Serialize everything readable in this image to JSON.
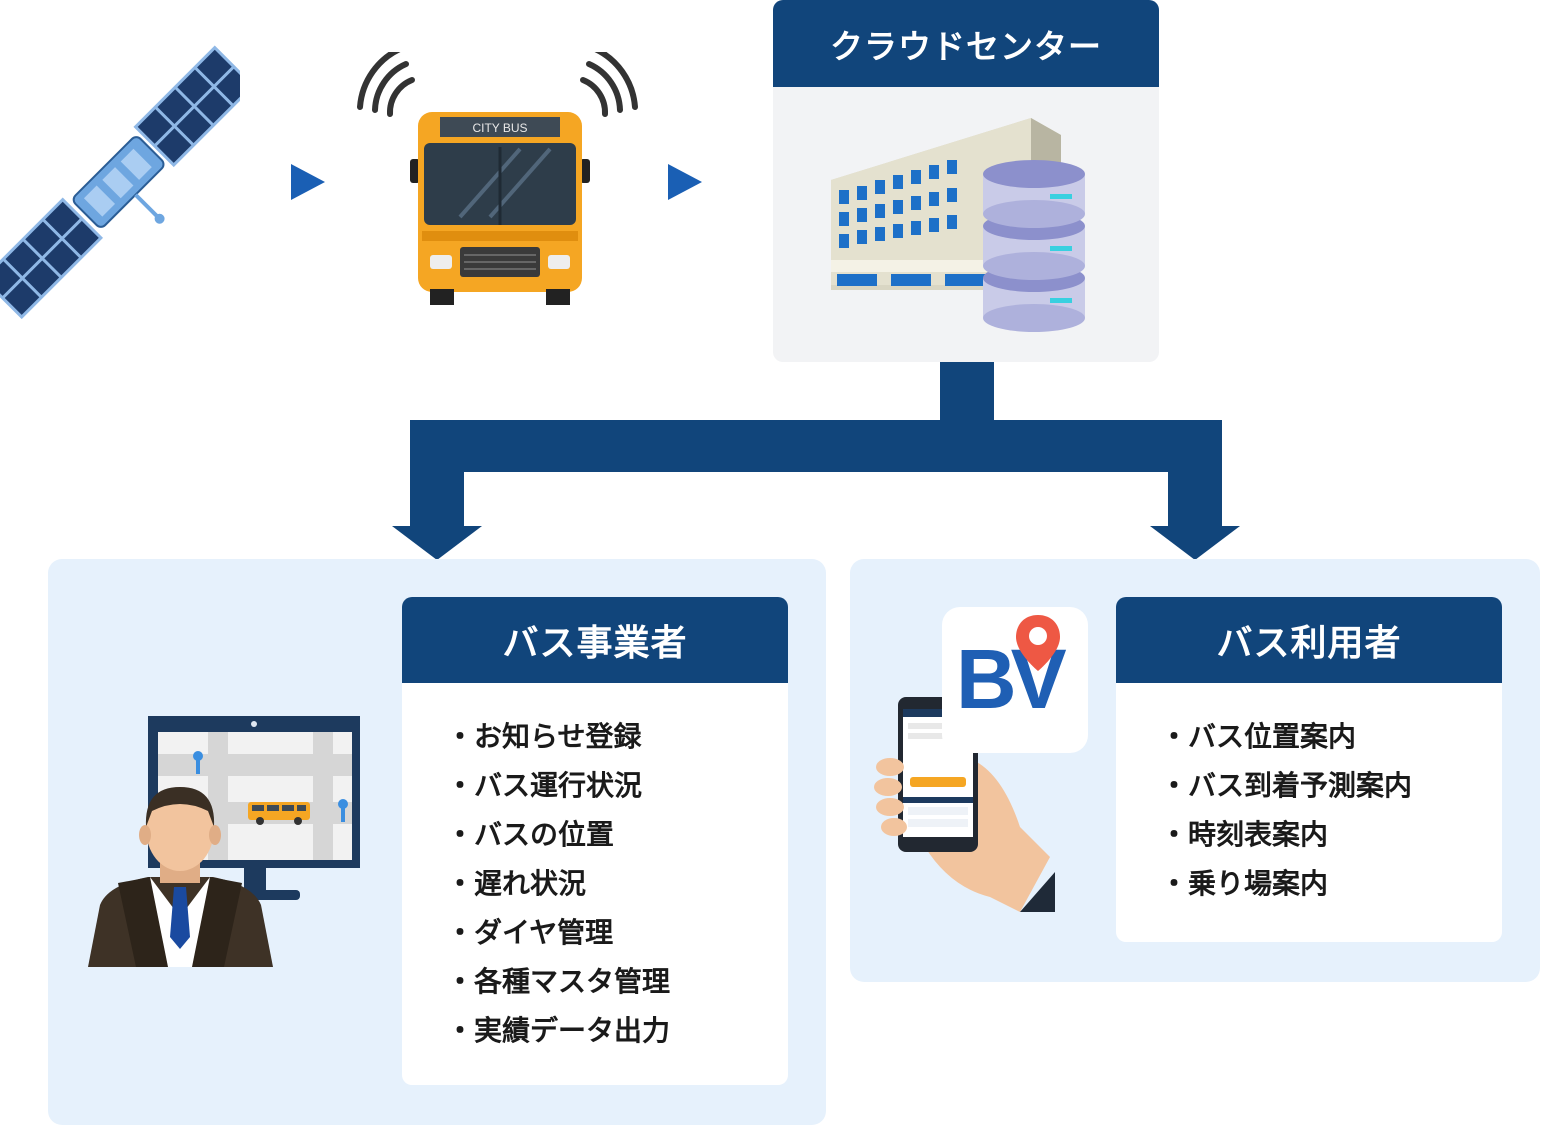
{
  "cloud_center": {
    "title": "クラウドセンター"
  },
  "bus_icon": {
    "sign": "CITY BUS"
  },
  "operator": {
    "title": "バス事業者",
    "items": [
      "お知らせ登録",
      "バス運行状況",
      "バスの位置",
      "遅れ状況",
      "ダイヤ管理",
      "各種マスタ管理",
      "実績データ出力"
    ]
  },
  "user": {
    "title": "バス利用者",
    "app_logo": "BV",
    "items": [
      "バス位置案内",
      "バス到着予測案内",
      "時刻表案内",
      "乗り場案内"
    ]
  },
  "colors": {
    "navy": "#11457b",
    "arrow_blue": "#1a5fb4",
    "panel_bg": "#e6f1fc",
    "bus_orange": "#f5a623"
  },
  "icons": [
    "satellite-icon",
    "signal-wave-icon",
    "bus-icon",
    "building-icon",
    "database-icon",
    "monitor-icon",
    "businessman-icon",
    "smartphone-hand-icon",
    "location-pin-icon"
  ]
}
